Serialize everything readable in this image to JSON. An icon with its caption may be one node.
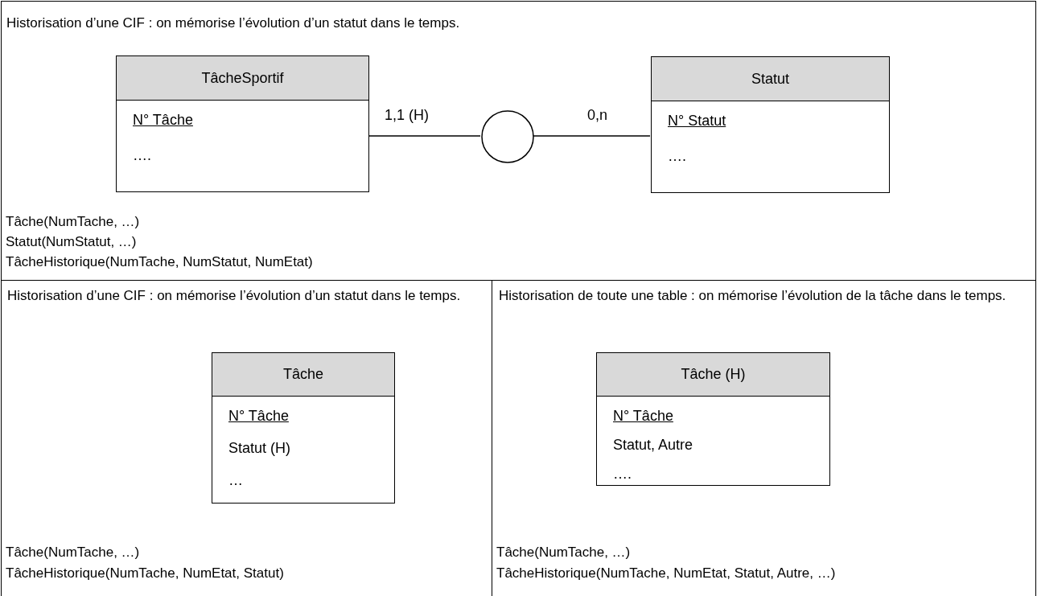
{
  "diagram": {
    "nodes": [
      {
        "text": [
          "Historisation d’une CIF : on mémorise l’évolution d’un statut dans le temps.",
          "Tâche(NumTache, …)",
          "Statut(NumStatut, …)",
          "TâcheHistorique(NumTache, NumStatut, NumEtat)"
        ]
      },
      {
        "text": [
          "TâcheSportif",
          "N° Tâche",
          "…."
        ],
        "in": 0
      },
      {
        "text": [],
        "shape": "circle",
        "in": 0
      },
      {
        "text": [
          "Statut",
          "N° Statut",
          "…."
        ],
        "in": 0
      },
      {
        "text": [
          "Historisation d’une CIF : on mémorise l’évolution d’un statut dans le temps.",
          "Tâche(NumTache, …)",
          "TâcheHistorique(NumTache, NumEtat, Statut)"
        ]
      },
      {
        "text": [
          "Tâche",
          "N° Tâche",
          "Statut (H)",
          "…"
        ],
        "in": 4
      },
      {
        "text": [
          "Historisation de toute une table : on mémorise l’évolution de la tâche dans le temps.",
          "Tâche(NumTache, …)",
          "TâcheHistorique(NumTache, NumEtat, Statut, Autre, …)"
        ]
      },
      {
        "text": [
          "Tâche (H)",
          "N° Tâche",
          "Statut, Autre",
          "…."
        ],
        "in": 6
      }
    ],
    "edges": [
      {
        "from": 1,
        "to": 2,
        "arrow": "none",
        "label": "1,1 (H)"
      },
      {
        "from": 2,
        "to": 3,
        "arrow": "none",
        "label": "0,n"
      }
    ]
  }
}
